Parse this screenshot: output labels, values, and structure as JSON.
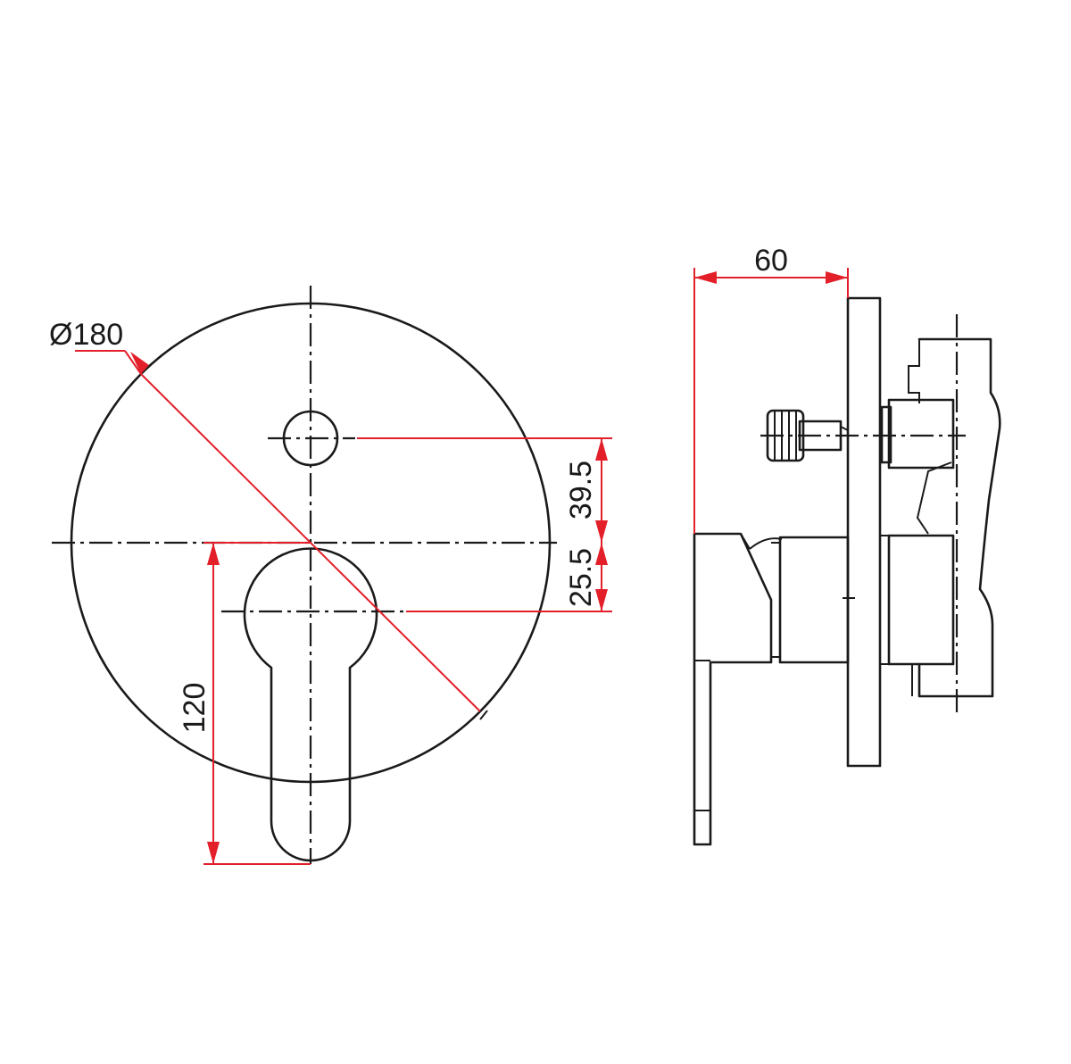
{
  "dimensions": {
    "diameter": "Ø180",
    "upper_offset": "39.5",
    "lower_offset": "25.5",
    "lever_length": "120",
    "depth": "60"
  },
  "colors": {
    "dimension_line": "#e3202a",
    "outline": "#1a1a1a",
    "background": "#ffffff"
  }
}
